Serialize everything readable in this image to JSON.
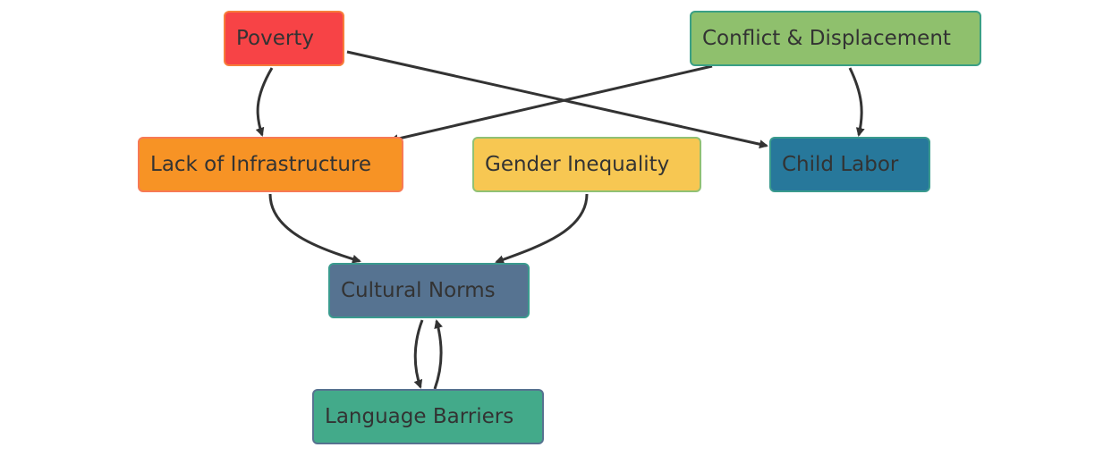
{
  "nodes": {
    "poverty": {
      "label": "Poverty",
      "fill": "#f74346",
      "border": "#f77d3a"
    },
    "conflict": {
      "label": "Conflict & Displacement",
      "fill": "#8fc06d",
      "border": "#3a9f85"
    },
    "lack": {
      "label": "Lack of Infrastructure",
      "fill": "#f79325",
      "border": "#f77a55"
    },
    "gender": {
      "label": "Gender Inequality",
      "fill": "#f7c752",
      "border": "#90c174"
    },
    "child": {
      "label": "Child Labor",
      "fill": "#27789b",
      "border": "#3a9a8e"
    },
    "cultural": {
      "label": "Cultural Norms",
      "fill": "#567391",
      "border": "#3a9a8e"
    },
    "language": {
      "label": "Language Barriers",
      "fill": "#43aa8a",
      "border": "#577290"
    }
  },
  "edges": [
    {
      "from": "poverty",
      "to": "lack"
    },
    {
      "from": "poverty",
      "to": "child"
    },
    {
      "from": "conflict",
      "to": "lack"
    },
    {
      "from": "conflict",
      "to": "child"
    },
    {
      "from": "lack",
      "to": "cultural"
    },
    {
      "from": "gender",
      "to": "cultural"
    },
    {
      "from": "cultural",
      "to": "language"
    },
    {
      "from": "language",
      "to": "cultural"
    }
  ],
  "colors": {
    "edge": "#333333",
    "text": "#333333",
    "background": "#ffffff"
  }
}
